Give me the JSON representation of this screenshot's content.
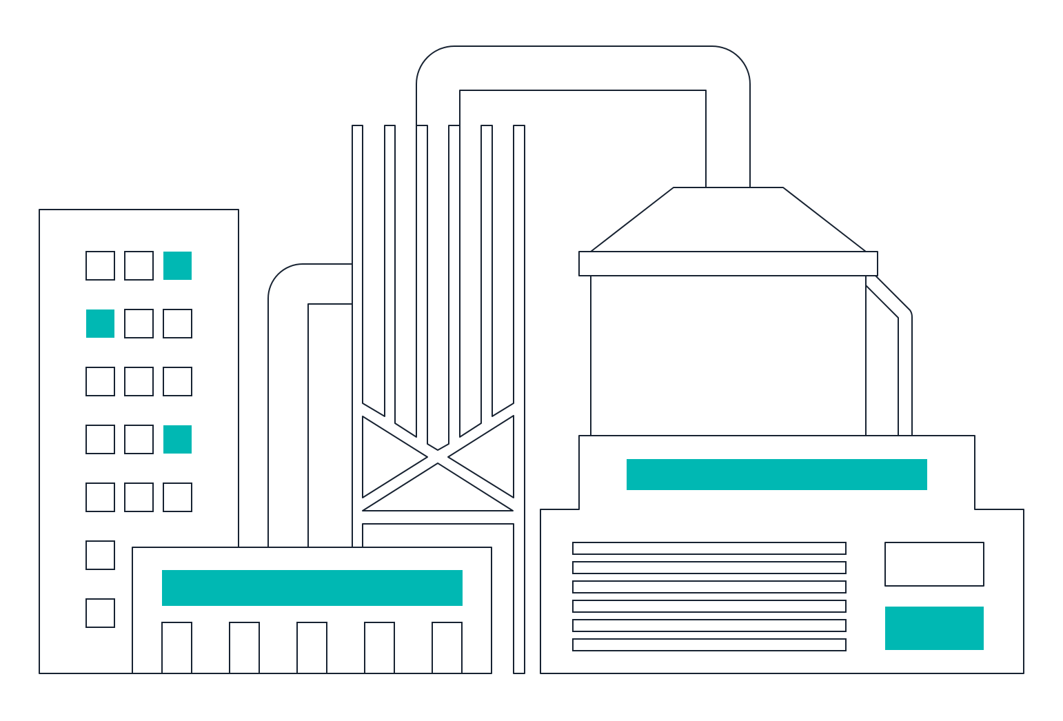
{
  "illustration": {
    "subject": "factory",
    "colors": {
      "outline": "#172231",
      "accent": "#00b8b3",
      "background": "#ffffff"
    },
    "left_building": {
      "window_rows": 7,
      "accent_windows": [
        "row1-col3",
        "row2-col1",
        "row4-col3"
      ]
    },
    "lower_building": {
      "door_count": 5
    },
    "right_building": {
      "vent_slats": 6
    }
  }
}
